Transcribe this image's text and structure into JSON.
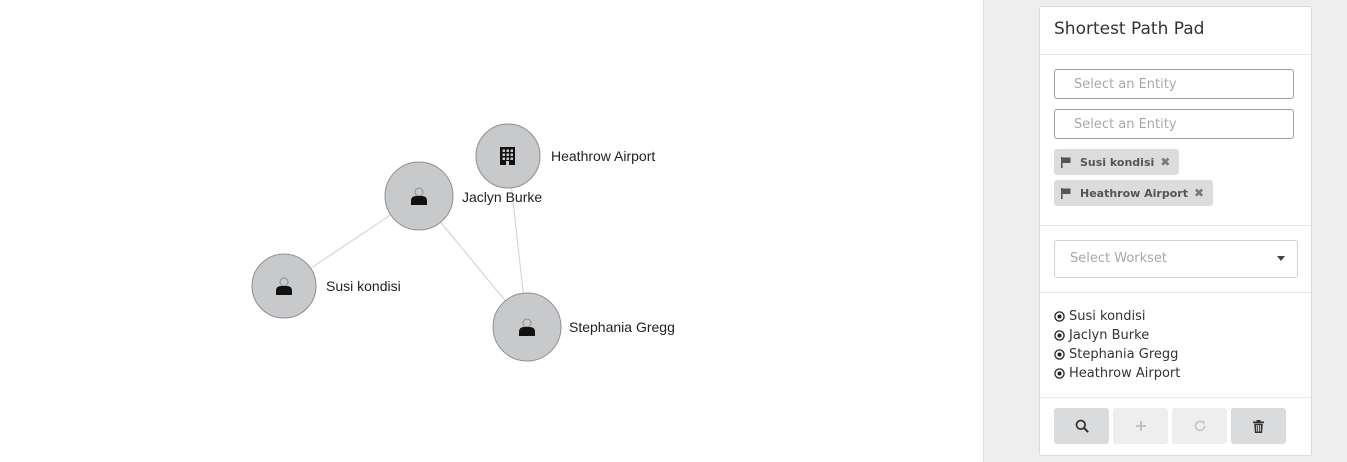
{
  "graph": {
    "nodes": [
      {
        "id": "heathrow",
        "label": "Heathrow Airport",
        "icon": "building-icon"
      },
      {
        "id": "jaclyn",
        "label": "Jaclyn Burke",
        "icon": "user-icon"
      },
      {
        "id": "susi",
        "label": "Susi kondisi",
        "icon": "user-icon"
      },
      {
        "id": "stephania",
        "label": "Stephania Gregg",
        "icon": "user-icon"
      }
    ],
    "edges": [
      {
        "from": "jaclyn",
        "to": "susi"
      },
      {
        "from": "jaclyn",
        "to": "stephania"
      },
      {
        "from": "heathrow",
        "to": "stephania"
      }
    ]
  },
  "panel": {
    "title": "Shortest Path Pad",
    "entity_inputs": [
      {
        "placeholder": "Select an Entity"
      },
      {
        "placeholder": "Select an Entity"
      }
    ],
    "selected_tags": [
      {
        "label": "Susi kondisi",
        "icon": "flag-icon"
      },
      {
        "label": "Heathrow Airport",
        "icon": "flag-icon"
      }
    ],
    "workset": {
      "placeholder": "Select Workset"
    },
    "path_items": [
      {
        "label": "Susi kondisi",
        "icon": "target-icon"
      },
      {
        "label": "Jaclyn Burke",
        "icon": "target-icon"
      },
      {
        "label": "Stephania Gregg",
        "icon": "target-icon"
      },
      {
        "label": "Heathrow Airport",
        "icon": "target-icon"
      }
    ],
    "actions": [
      {
        "name": "search",
        "icon": "search-icon",
        "enabled": true
      },
      {
        "name": "add",
        "icon": "plus-icon",
        "enabled": false
      },
      {
        "name": "refresh",
        "icon": "refresh-icon",
        "enabled": false
      },
      {
        "name": "delete",
        "icon": "trash-icon",
        "enabled": true
      }
    ]
  }
}
